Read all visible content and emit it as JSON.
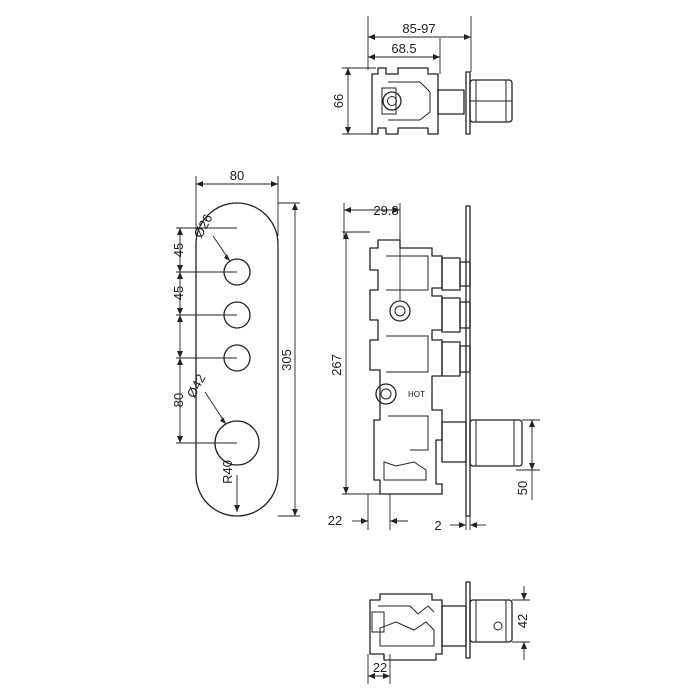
{
  "dimensions": {
    "top_overall_depth": "85-97",
    "top_body_depth": "68.5",
    "top_height": "66",
    "front_width": "80",
    "front_small_dia": "Ø26",
    "front_spacing_1": "45",
    "front_spacing_2": "45",
    "front_large_dia": "Ø42",
    "front_spacing_3": "80",
    "front_radius": "R40",
    "front_height": "305",
    "side_offset": "29.8",
    "side_height": "267",
    "side_bottom_offset": "22",
    "side_plate": "2",
    "side_handle_height": "50",
    "bottom_offset": "22",
    "bottom_height": "42"
  },
  "labels": {
    "hot": "HOT"
  }
}
